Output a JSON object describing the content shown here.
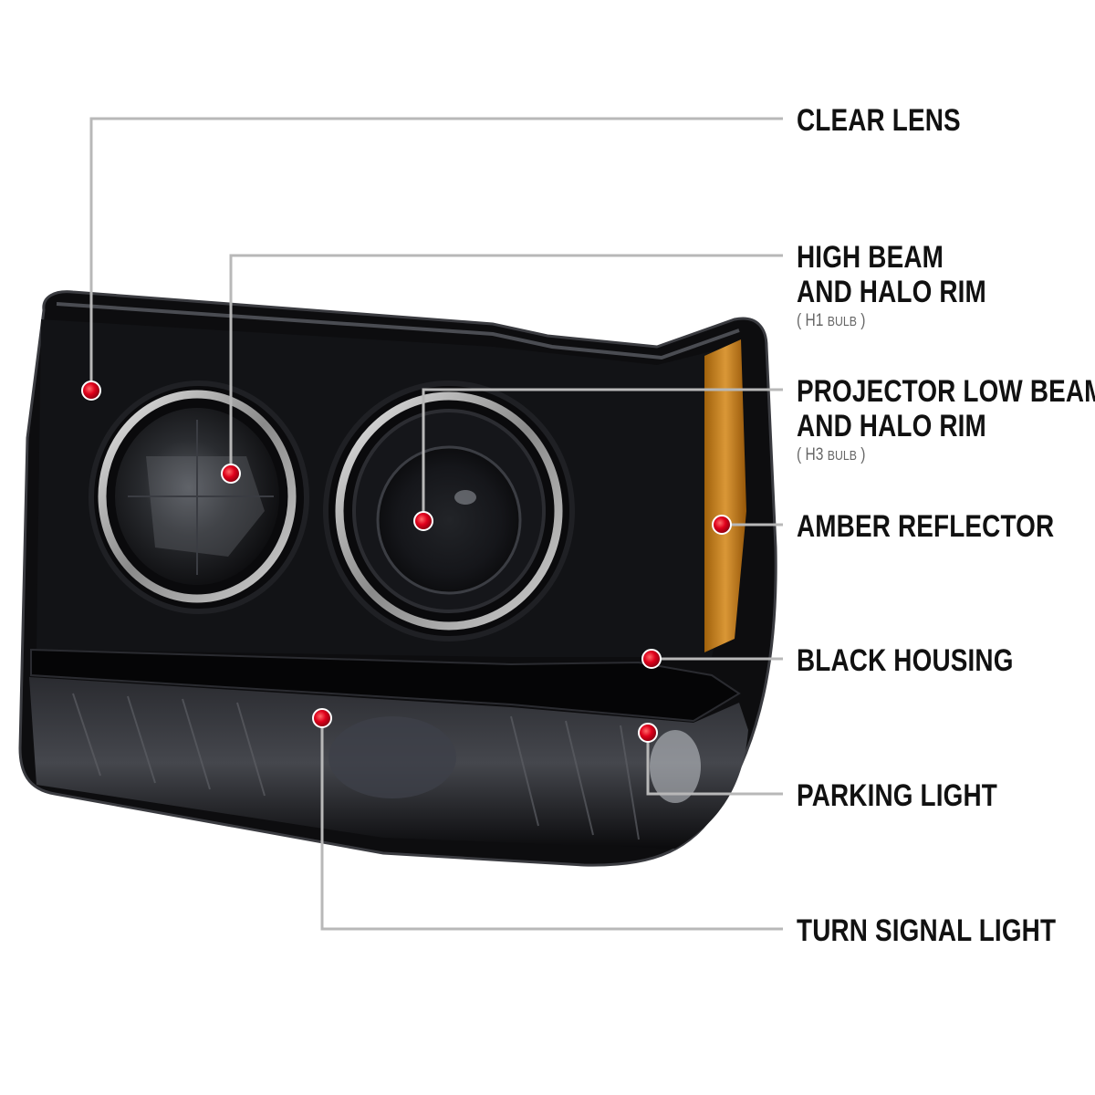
{
  "callouts": {
    "clear_lens": {
      "title": "CLEAR LENS"
    },
    "high_beam": {
      "line1": "HIGH BEAM",
      "line2": "AND HALO RIM",
      "bulb_open": "( ",
      "bulb_code": "H1",
      "bulb_word": "BULB",
      "bulb_close": " )"
    },
    "projector": {
      "line1": "PROJECTOR LOW BEAM",
      "line2": "AND HALO RIM",
      "bulb_open": "( ",
      "bulb_code": "H3",
      "bulb_word": "BULB",
      "bulb_close": " )"
    },
    "amber": {
      "title": "AMBER REFLECTOR"
    },
    "housing": {
      "title": "BLACK HOUSING"
    },
    "parking": {
      "title": "PARKING LIGHT"
    },
    "turn": {
      "title": "TURN SIGNAL LIGHT"
    }
  },
  "colors": {
    "leader_line": "#b8b8b8",
    "marker": "#e0001b",
    "housing": "#0d0d0f",
    "amber": "#d88a1a",
    "text": "#111111"
  }
}
